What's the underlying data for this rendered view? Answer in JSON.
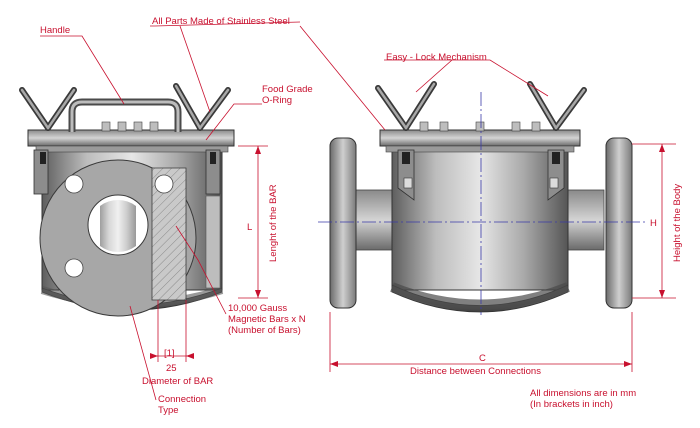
{
  "labels": {
    "handle": "Handle",
    "all_parts": "All Parts Made of Stainless Steel",
    "food_grade_line1": "Food Grade",
    "food_grade_line2": "O-Ring",
    "easy_lock": "Easy - Lock Mechanism",
    "dim_L": "L",
    "length_bar": "Lenght of the BAR",
    "dim_H": "H",
    "height_body": "Height of the Body",
    "gauss_line1": "10,000 Gauss",
    "gauss_line2": "Magnetic Bars x N",
    "gauss_line3": "(Number of Bars)",
    "bar_inch": "[1]",
    "bar_mm": "25",
    "diameter_bar": "Diameter of BAR",
    "dim_C": "C",
    "distance_connections": "Distance between Connections",
    "connection_line1": "Connection",
    "connection_line2": "Type",
    "note_line1": "All dimensions are in mm",
    "note_line2": "(In brackets in inch)"
  },
  "colors": {
    "annotation": "#c8102e",
    "centerline": "#3a3aa8",
    "steel_light": "#d9d9d9",
    "steel_dark": "#6f6f6f",
    "outline": "#2a2a2a",
    "note_text": "#2a2a2a"
  }
}
